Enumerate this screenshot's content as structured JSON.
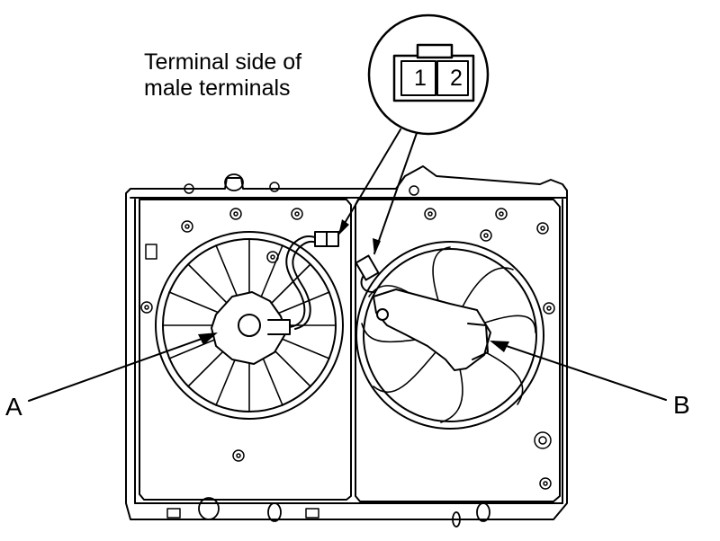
{
  "caption": {
    "line1": "Terminal side of",
    "line2": "male terminals"
  },
  "connector": {
    "pins": [
      "1",
      "2"
    ]
  },
  "callouts": {
    "a": "A",
    "b": "B"
  },
  "colors": {
    "ink": "#000000",
    "paper": "#ffffff"
  }
}
